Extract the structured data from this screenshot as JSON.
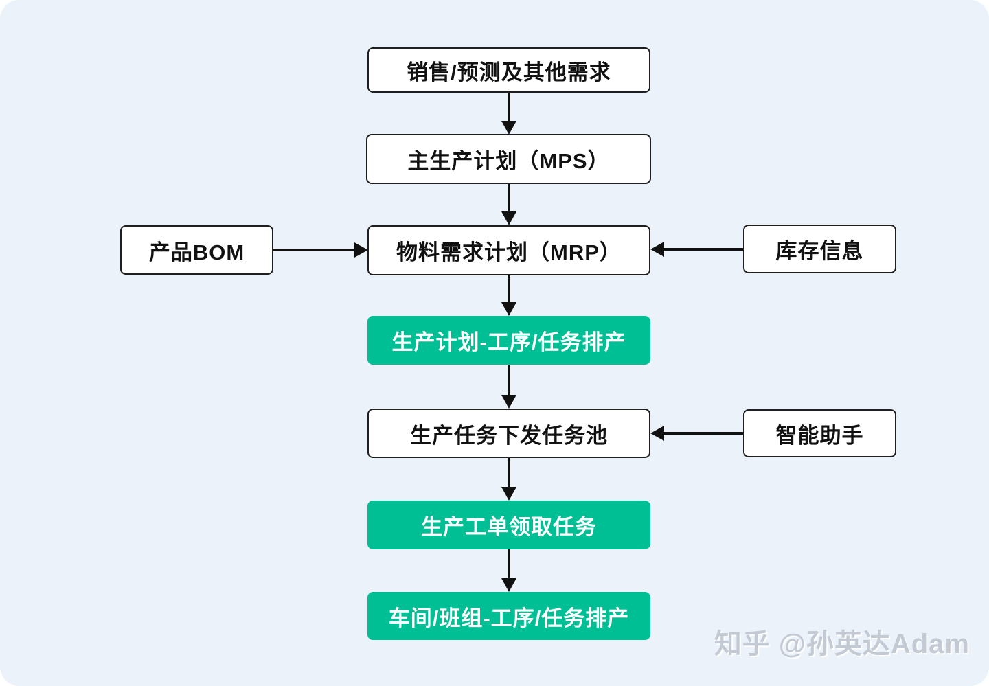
{
  "page": {
    "background": "#ffffff",
    "canvas_background": "#EBF2FA"
  },
  "colors": {
    "node_background": "#ffffff",
    "node_border": "#1f1f1f",
    "node_text": "#111111",
    "green_node_background": "#00BF95",
    "green_node_text": "#ffffff",
    "arrow": "#111111",
    "watermark_text": "#c3cad4"
  },
  "nodes": {
    "sales": {
      "label": "销售/预测及其他需求"
    },
    "mps": {
      "label": "主生产计划（MPS）"
    },
    "bom": {
      "label": "产品BOM"
    },
    "mrp": {
      "label": "物料需求计划（MRP）"
    },
    "inventory": {
      "label": "库存信息"
    },
    "plan_schedule": {
      "label": "生产计划-工序/任务排产"
    },
    "task_pool": {
      "label": "生产任务下发任务池"
    },
    "assistant": {
      "label": "智能助手"
    },
    "work_order": {
      "label": "生产工单领取任务"
    },
    "workshop_schedule": {
      "label": "车间/班组-工序/任务排产"
    }
  },
  "edges": [
    {
      "from": "sales",
      "to": "mps",
      "direction": "down"
    },
    {
      "from": "mps",
      "to": "mrp",
      "direction": "down"
    },
    {
      "from": "bom",
      "to": "mrp",
      "direction": "right"
    },
    {
      "from": "inventory",
      "to": "mrp",
      "direction": "left"
    },
    {
      "from": "mrp",
      "to": "plan_schedule",
      "direction": "down"
    },
    {
      "from": "plan_schedule",
      "to": "task_pool",
      "direction": "down"
    },
    {
      "from": "assistant",
      "to": "task_pool",
      "direction": "left"
    },
    {
      "from": "task_pool",
      "to": "work_order",
      "direction": "down"
    },
    {
      "from": "work_order",
      "to": "workshop_schedule",
      "direction": "down"
    }
  ],
  "watermark": {
    "text": "知乎 @孙英达Adam"
  }
}
